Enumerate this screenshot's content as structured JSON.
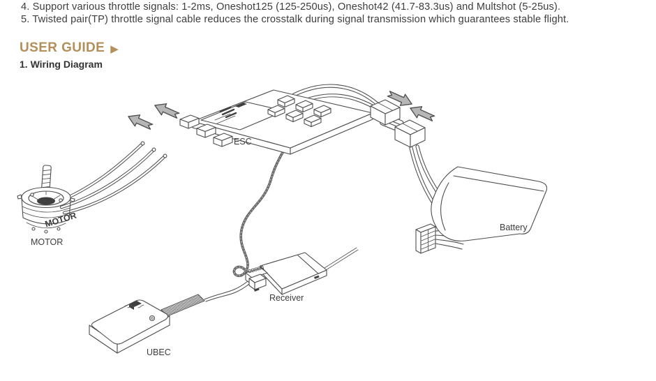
{
  "document": {
    "feature_items": [
      {
        "text": "4. Support various throttle signals: 1-2ms, Oneshot125 (125-250us), Oneshot42 (41.7-83.3us) and Multshot (5-25us)."
      },
      {
        "text": "5. Twisted pair(TP) throttle signal cable reduces the crosstalk during signal transmission which guarantees stable flight."
      }
    ],
    "section": {
      "heading": "USER GUIDE",
      "heading_arrow": "▶"
    },
    "subsection": {
      "title": "1. Wiring Diagram"
    }
  },
  "diagram": {
    "components": {
      "esc": {
        "label": "ESC"
      },
      "motor": {
        "label": "MOTOR",
        "body_text": "MOTOR"
      },
      "battery": {
        "label": "Battery"
      },
      "receiver": {
        "label": "Receiver"
      },
      "ubec": {
        "label": "UBEC"
      }
    }
  },
  "colors": {
    "background": "#ffffff",
    "body_text": "#3d3d3d",
    "heading_accent": "#b3905a",
    "line_art": "#4d4d4d",
    "arrow_fill": "#b6b6b6"
  }
}
